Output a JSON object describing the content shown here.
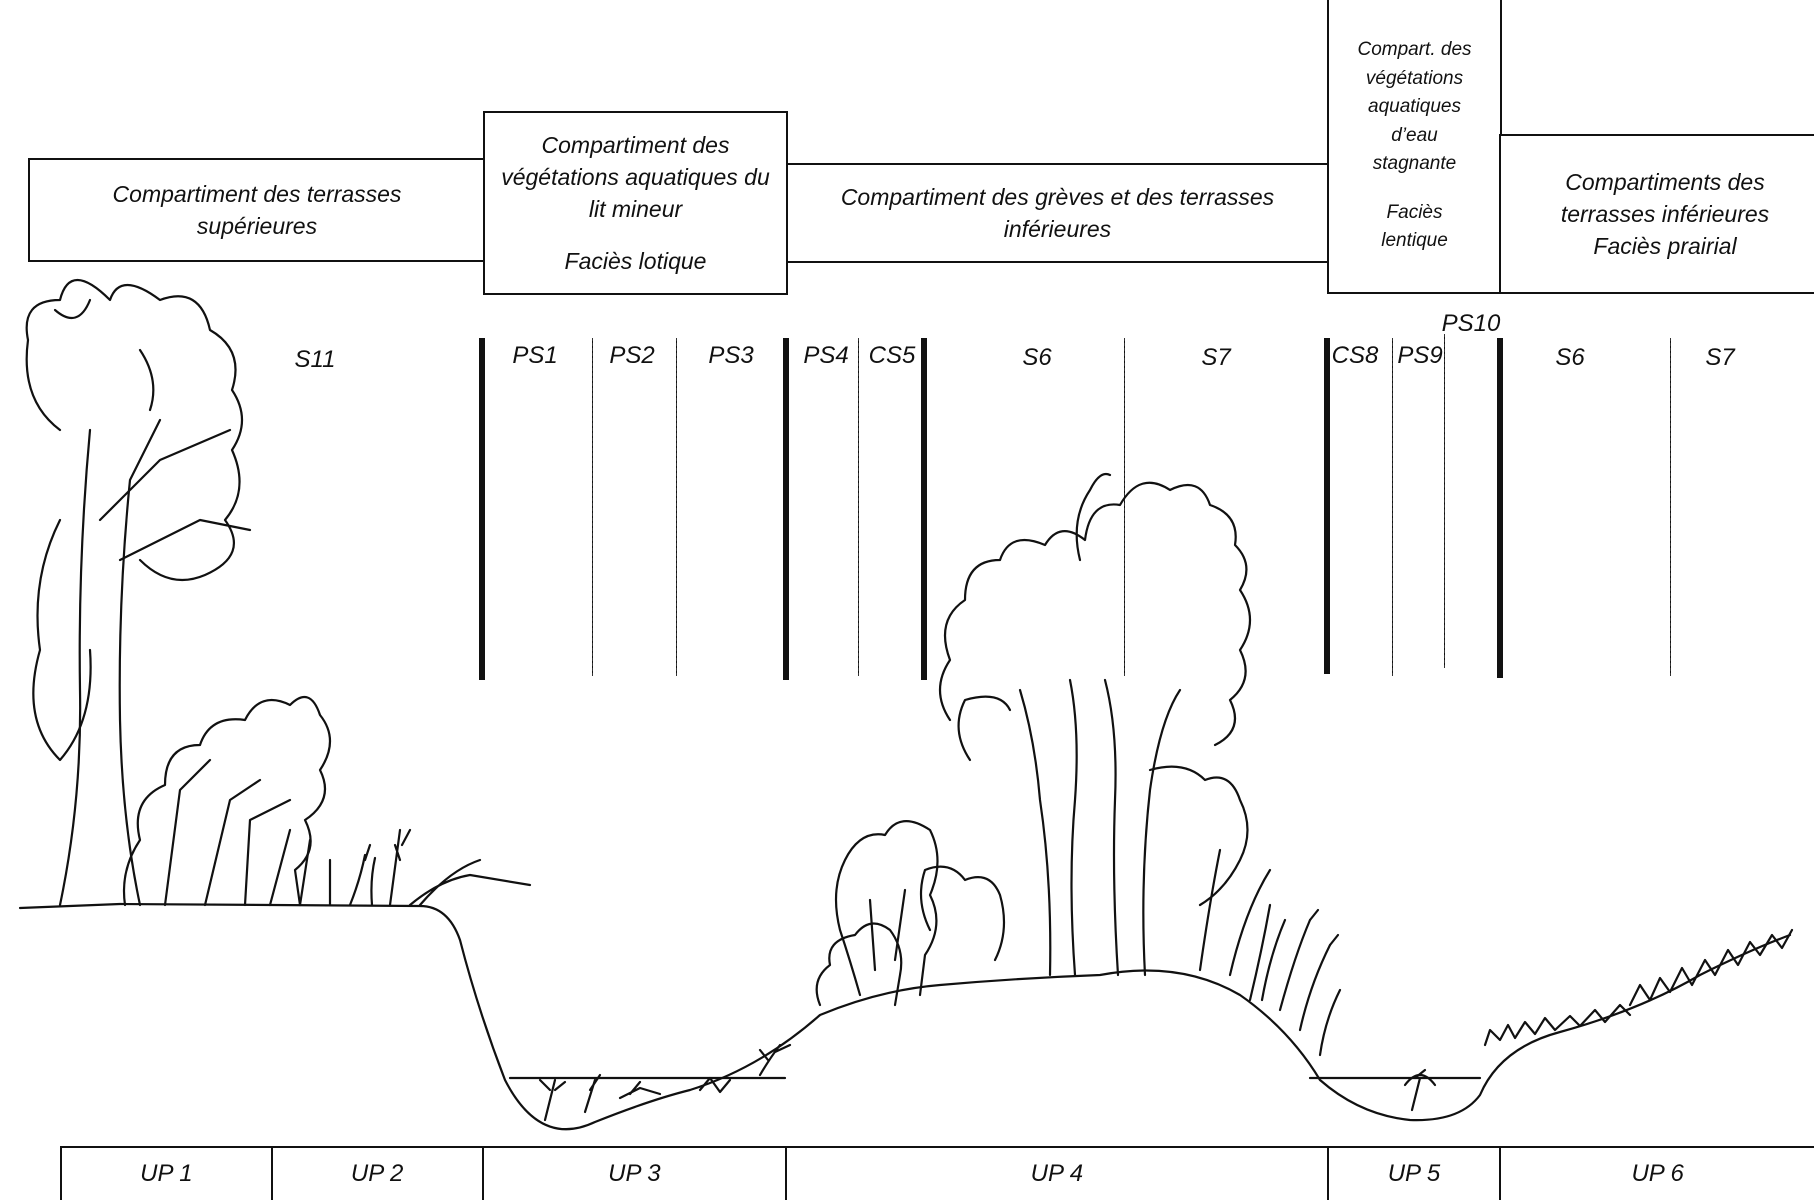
{
  "compartments": {
    "upper_terraces": "Compartiment  des terrasses supérieures",
    "aquatic_main": "Compartiment  des végétations aquatiques du lit mineur",
    "aquatic_main_facies": "Faciès lotique",
    "banks_lower": "Compartiment  des grèves et des terrasses inférieures",
    "stagnant": "Compart. des végétations aquatiques d’eau stagnante",
    "stagnant_facies": "Faciès lentique",
    "lower_terraces": "Compartiments  des terrasses inférieures",
    "lower_terraces_facies": "Faciès prairial"
  },
  "stations": [
    "S11",
    "PS1",
    "PS2",
    "PS3",
    "PS4",
    "CS5",
    "S6",
    "S7",
    "CS8",
    "PS9",
    "PS10",
    "S6",
    "S7"
  ],
  "units": [
    "UP 1",
    "UP 2",
    "UP 3",
    "UP 4",
    "UP 5",
    "UP 6"
  ]
}
